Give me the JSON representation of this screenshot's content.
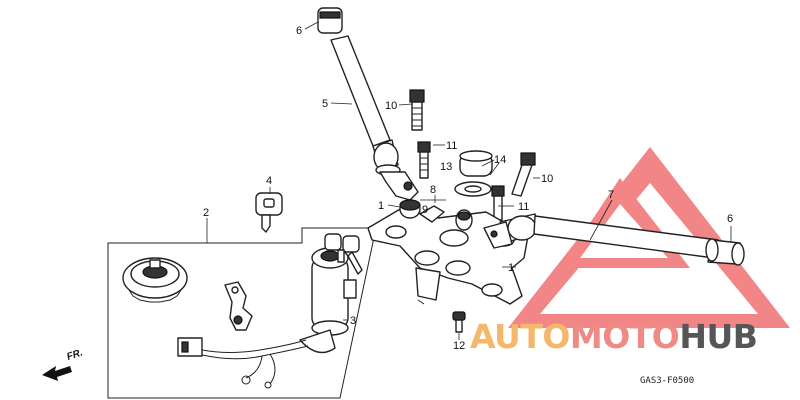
{
  "callouts": {
    "c1a": "1",
    "c1b": "1",
    "c2": "2",
    "c3": "3",
    "c4": "4",
    "c5": "5",
    "c6a": "6",
    "c6b": "6",
    "c7": "7",
    "c8": "8",
    "c9": "9",
    "c10a": "10",
    "c10b": "10",
    "c11a": "11",
    "c11b": "11",
    "c12": "12",
    "c13": "13",
    "c14": "14"
  },
  "direction_label": "FR.",
  "diagram_code": "GAS3-F0500",
  "watermark": {
    "auto": "AUTO",
    "moto": "MOTO",
    "hub": "HUB",
    "colors": {
      "auto": "#f5b86a",
      "moto": "#f08a84",
      "hub": "#565656",
      "triangle": "#f07070"
    }
  }
}
